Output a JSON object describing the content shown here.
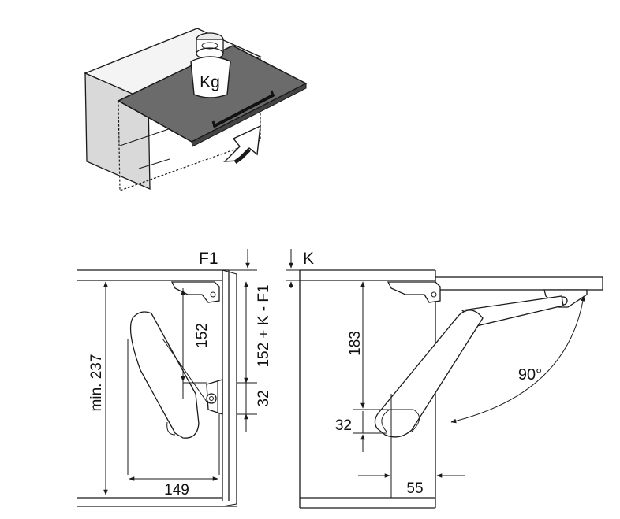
{
  "product_illustration": {
    "weight_label": "Kg",
    "colors": {
      "shelf": "#6b6b6b",
      "cabinet_side": "#d9d9d9",
      "cabinet_top": "#f4f4f4",
      "weight_top": "#eaeaea"
    },
    "icons": [
      "cabinet-illustration",
      "weight-icon",
      "lift-arrow-icon",
      "handle-icon"
    ]
  },
  "diagram_left": {
    "label_f1": "F1",
    "dim_height": "min. 237",
    "dim_arm_vertical": "152",
    "dim_total": "152 + K - F1",
    "dim_pivot": "32",
    "dim_depth": "149"
  },
  "diagram_right": {
    "label_k": "K",
    "dim_height": "183",
    "dim_pivot": "32",
    "dim_depth": "55",
    "angle": "90°"
  }
}
